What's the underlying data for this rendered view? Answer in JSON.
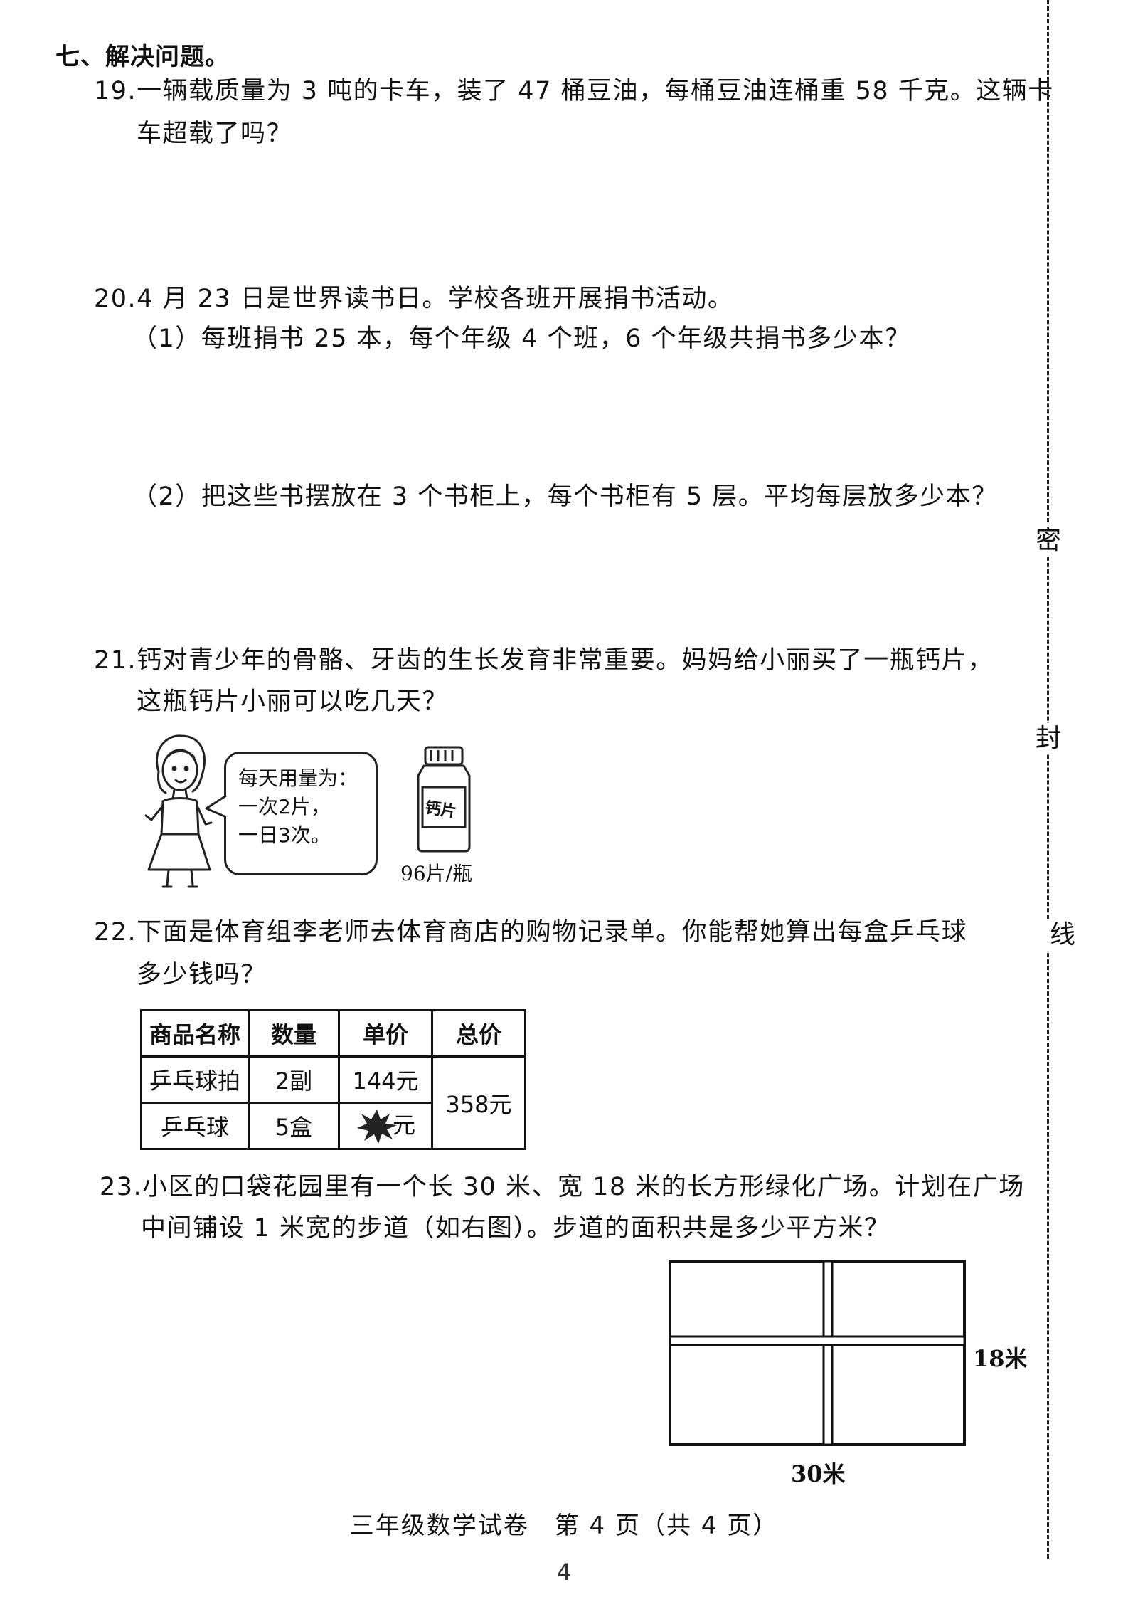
{
  "section": {
    "title": "七、解决问题。"
  },
  "questions": {
    "q19": {
      "line1": "19.一辆载质量为 3 吨的卡车，装了 47 桶豆油，每桶豆油连桶重 58 千克。这辆卡",
      "line2": "车超载了吗？"
    },
    "q20": {
      "intro": "20.4 月 23 日是世界读书日。学校各班开展捐书活动。",
      "part1": "（1）每班捐书 25 本，每个年级 4 个班，6 个年级共捐书多少本？",
      "part2": "（2）把这些书摆放在 3 个书柜上，每个书柜有 5 层。平均每层放多少本？"
    },
    "q21": {
      "line1": "21.钙对青少年的骨骼、牙齿的生长发育非常重要。妈妈给小丽买了一瓶钙片，",
      "line2": "这瓶钙片小丽可以吃几天？",
      "bubble": [
        "每天用量为：",
        "一次2片，",
        "一日3次。"
      ],
      "bottle_label": "钙片",
      "bottle_caption": "96片/瓶"
    },
    "q22": {
      "line1": "22.下面是体育组李老师去体育商店的购物记录单。你能帮她算出每盒乒乓球",
      "line2": "多少钱吗？",
      "table": {
        "headers": [
          "商品名称",
          "数量",
          "单价",
          "总价"
        ],
        "rows": [
          {
            "name": "乒乓球拍",
            "qty": "2副",
            "price": "144元"
          },
          {
            "name": "乒乓球",
            "qty": "5盒",
            "price_tail": "元"
          }
        ],
        "total": "358元"
      }
    },
    "q23": {
      "line1": "23.小区的口袋花园里有一个长 30 米、宽 18 米的长方形绿化广场。计划在广场",
      "line2": "中间铺设 1 米宽的步道（如右图）。步道的面积共是多少平方米？",
      "width_label": "18米",
      "length_label": "30米"
    }
  },
  "binding": {
    "chars": [
      "密",
      "封",
      "线"
    ]
  },
  "footer": {
    "text": "三年级数学试卷　第 4 页（共 4 页）",
    "page_number": "4"
  }
}
